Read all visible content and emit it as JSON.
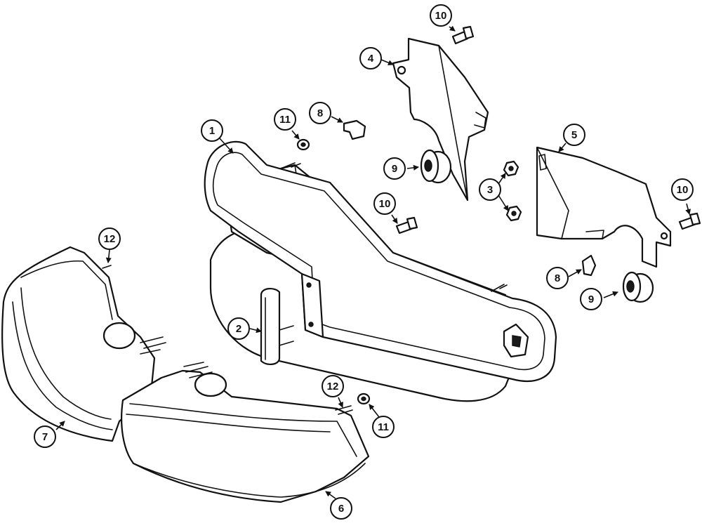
{
  "callouts": [
    {
      "label": "1"
    },
    {
      "label": "2"
    },
    {
      "label": "3"
    },
    {
      "label": "4"
    },
    {
      "label": "5"
    },
    {
      "label": "6"
    },
    {
      "label": "7"
    },
    {
      "label": "8"
    },
    {
      "label": "8"
    },
    {
      "label": "9"
    },
    {
      "label": "9"
    },
    {
      "label": "10"
    },
    {
      "label": "10"
    },
    {
      "label": "10"
    },
    {
      "label": "11"
    },
    {
      "label": "11"
    },
    {
      "label": "12"
    },
    {
      "label": "12"
    }
  ]
}
